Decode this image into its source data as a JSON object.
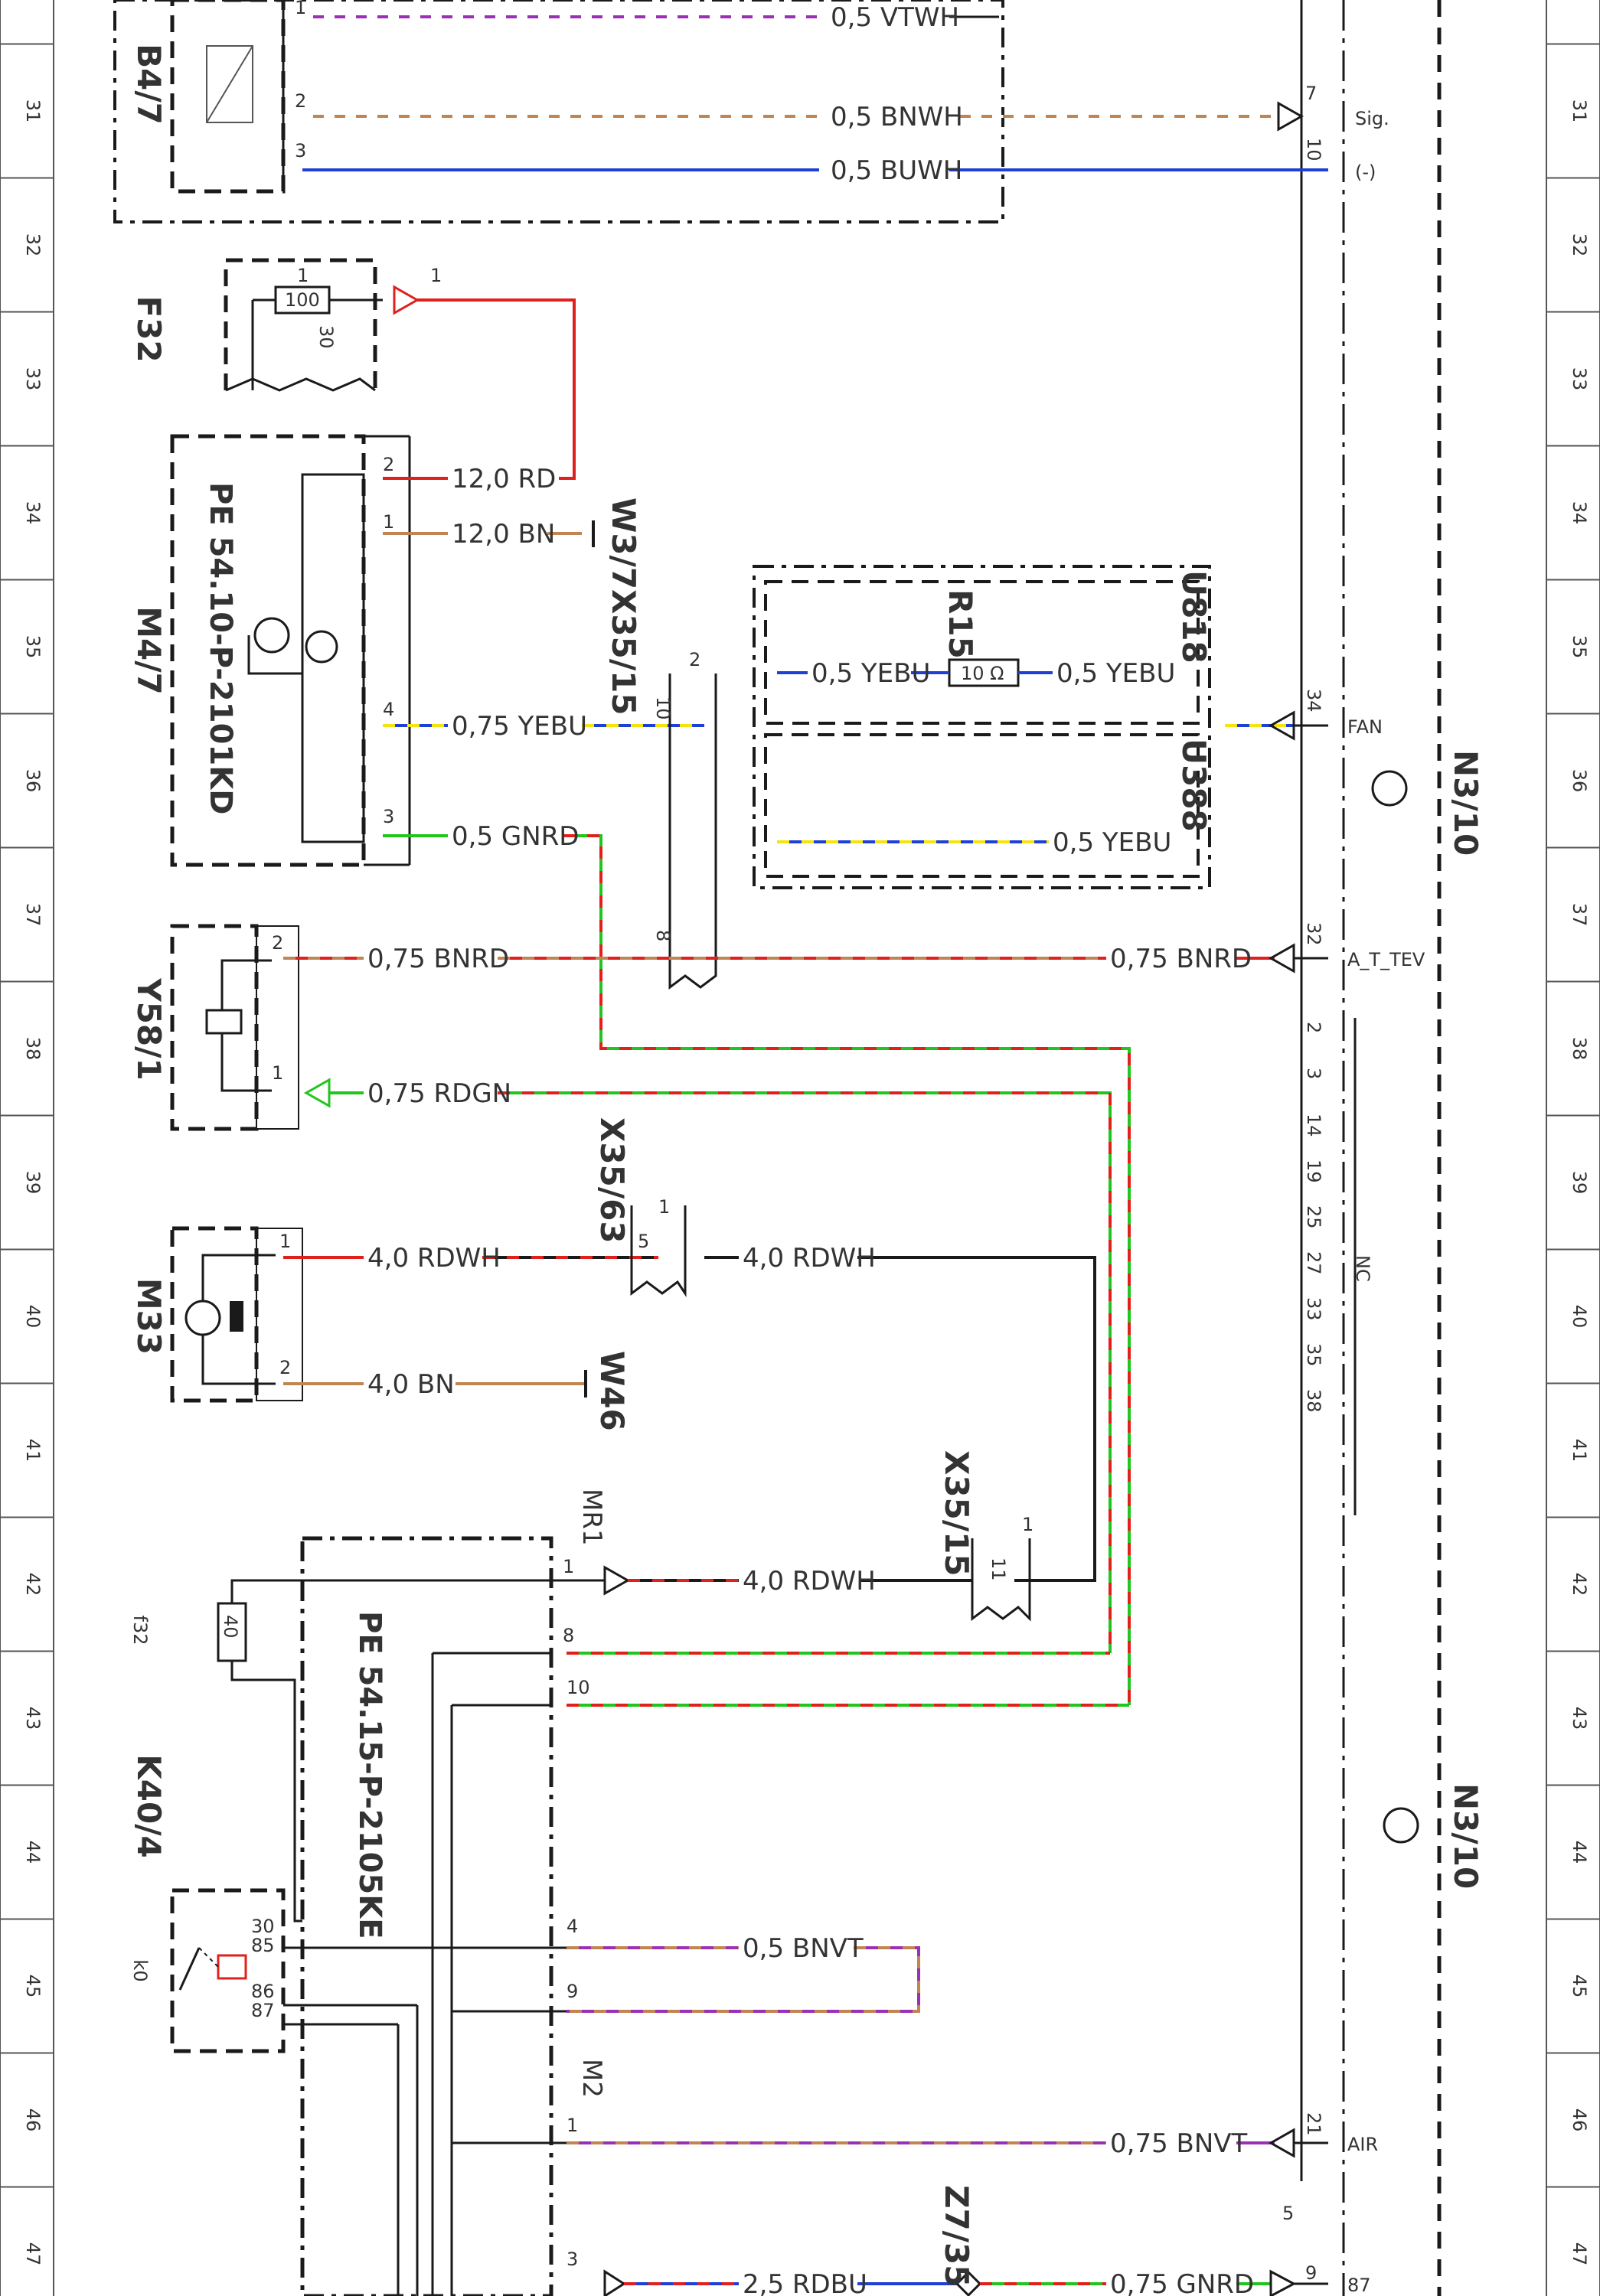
{
  "row_numbers": [
    "31",
    "32",
    "33",
    "34",
    "35",
    "36",
    "37",
    "38",
    "39",
    "40",
    "41",
    "42",
    "43",
    "44",
    "45",
    "46",
    "47"
  ],
  "components": {
    "B4_7": "B4/7",
    "F32": "F32",
    "M4_7": "M4/7",
    "M4_7_part": "PE 54.10-P-2101KD",
    "Y58_1": "Y58/1",
    "M33": "M33",
    "f32": "f32",
    "K40_4": "K40/4",
    "K40_4_part": "PE 54.15-P-2105KE",
    "k0": "k0",
    "R15": "R15",
    "U818": "U818",
    "U388": "U388",
    "N3_10_a": "N3/10",
    "N3_10_b": "N3/10",
    "W3_7": "W3/7",
    "X35_15_a": "X35/15",
    "X35_63": "X35/63",
    "W46": "W46",
    "X35_15_b": "X35/15",
    "Z7_35": "Z7/35",
    "MR1": "MR1",
    "M2": "M2"
  },
  "wires": {
    "b47_1": "0,5 VTWH",
    "b47_2": "0,5 BNWH",
    "b47_3": "0,5 BUWH",
    "m47_2": "12,0 RD",
    "m47_1": "12,0 BN",
    "m47_4": "0,75 YEBU",
    "m47_3": "0,5 GNRD",
    "y58_2": "0,75 BNRD",
    "y58_2_right": "0,75 BNRD",
    "y58_1": "0,75 RDGN",
    "m33_1": "4,0 RDWH",
    "m33_1_right": "4,0 RDWH",
    "m33_2": "4,0 BN",
    "k40_1": "4,0 RDWH",
    "k40_4": "0,5 BNVT",
    "m2_1": "0,75 BNVT",
    "k40_3": "2,5 RDBU",
    "k40_3_right": "0,75 GNRD",
    "r15_left": "0,5 YEBU",
    "r15_right": "0,5 YEBU",
    "u388": "0,5 YEBU"
  },
  "resistors": {
    "f32_value": "100",
    "r15_value": "10 Ω",
    "f32b_value": "40"
  },
  "n3_pins": {
    "sig": "Sig.",
    "minus": "(-)",
    "fan": "FAN",
    "atv": "A_T_TEV",
    "nc": "NC",
    "air": "AIR",
    "p87": "87",
    "p7": "7",
    "p10": "10",
    "p34": "34",
    "p32": "32",
    "p21": "21",
    "p9": "9",
    "p5": "5",
    "nc_pins": [
      "2",
      "3",
      "14",
      "19",
      "25",
      "27",
      "33",
      "35",
      "38"
    ]
  },
  "pins": {
    "b47_1": "1",
    "b47_2": "2",
    "b47_3": "3",
    "f32_1": "1",
    "f32_30": "30",
    "f32_out": "1",
    "m47_2": "2",
    "m47_1": "1",
    "m47_4": "4",
    "m47_3": "3",
    "x35_15_2": "2",
    "x35_15_10": "10",
    "x35_15_8": "8",
    "y58_2": "2",
    "y58_1": "1",
    "m33_1": "1",
    "m33_2": "2",
    "x35_63_1": "1",
    "x35_63_5": "5",
    "x35b_1": "1",
    "x35b_11": "11",
    "k40_1": "1",
    "k40_8": "8",
    "k40_10": "10",
    "k40_4": "4",
    "k40_9": "9",
    "k40_m2_1": "1",
    "k40_3": "3",
    "k0_30": "30",
    "k0_85": "85",
    "k0_86": "86",
    "k0_87": "87"
  },
  "colors": {
    "RD": "#e0201c",
    "BN": "#c08552",
    "VT": "#9b30b5",
    "WH": "#ffffff",
    "BU": "#1f3fd6",
    "YE": "#f5e40f",
    "GN": "#22c51e",
    "black": "#1a1a1a"
  }
}
